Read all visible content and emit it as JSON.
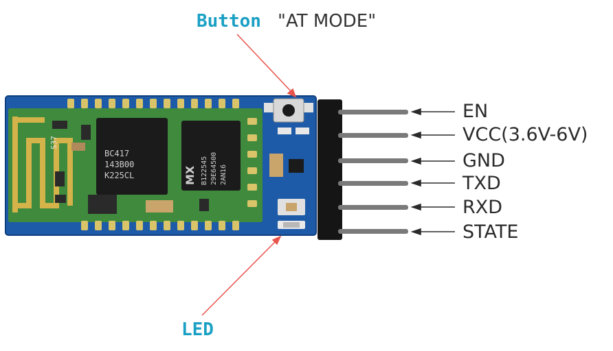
{
  "callouts": {
    "button": {
      "title": "Button",
      "subtitle": "\"AT MODE\""
    },
    "led": {
      "title": "LED"
    }
  },
  "pins": [
    {
      "label": "EN"
    },
    {
      "label": "VCC(3.6V-6V)"
    },
    {
      "label": "GND"
    },
    {
      "label": "TXD"
    },
    {
      "label": "RXD"
    },
    {
      "label": "STATE"
    }
  ],
  "chips": {
    "left": {
      "lines": [
        "BC417",
        "143B00",
        "K225CL"
      ]
    },
    "right": {
      "brand": "MX",
      "lines": [
        "B122545",
        "29E64500",
        "2AN16"
      ]
    }
  },
  "pcb_marking": "S37",
  "colors": {
    "title_accent": "#1aa0c4",
    "arrow": "#e8534a",
    "board_blue": "#1d5ba8",
    "board_green": "#3f8a3c",
    "pin_metal": "#7a7a7a"
  }
}
